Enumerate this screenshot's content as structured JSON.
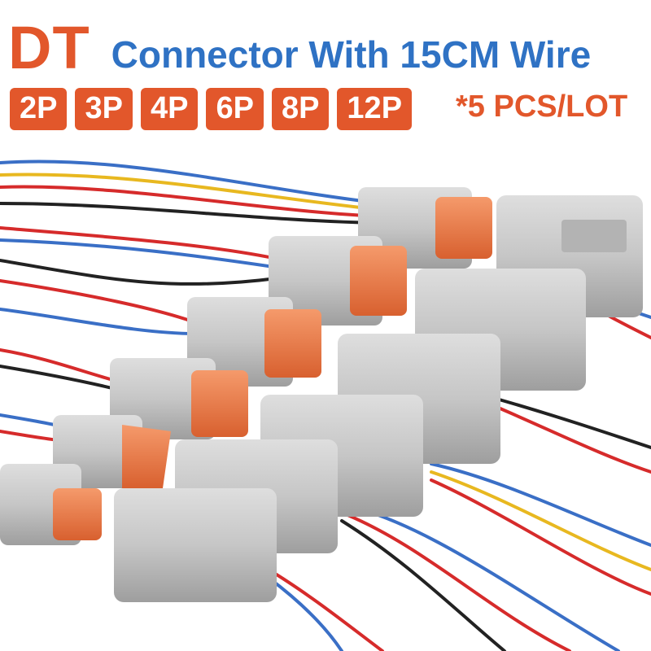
{
  "header": {
    "brand": "DT",
    "subtitle": "Connector With 15CM Wire"
  },
  "pin_options": [
    "2P",
    "3P",
    "4P",
    "6P",
    "8P",
    "12P"
  ],
  "quantity": "*5 PCS/LOT",
  "colors": {
    "accent_orange": "#e2572b",
    "title_blue": "#2f72c4",
    "connector_gray": "#c9c9c9",
    "seal_orange": "#ef7b4a"
  }
}
